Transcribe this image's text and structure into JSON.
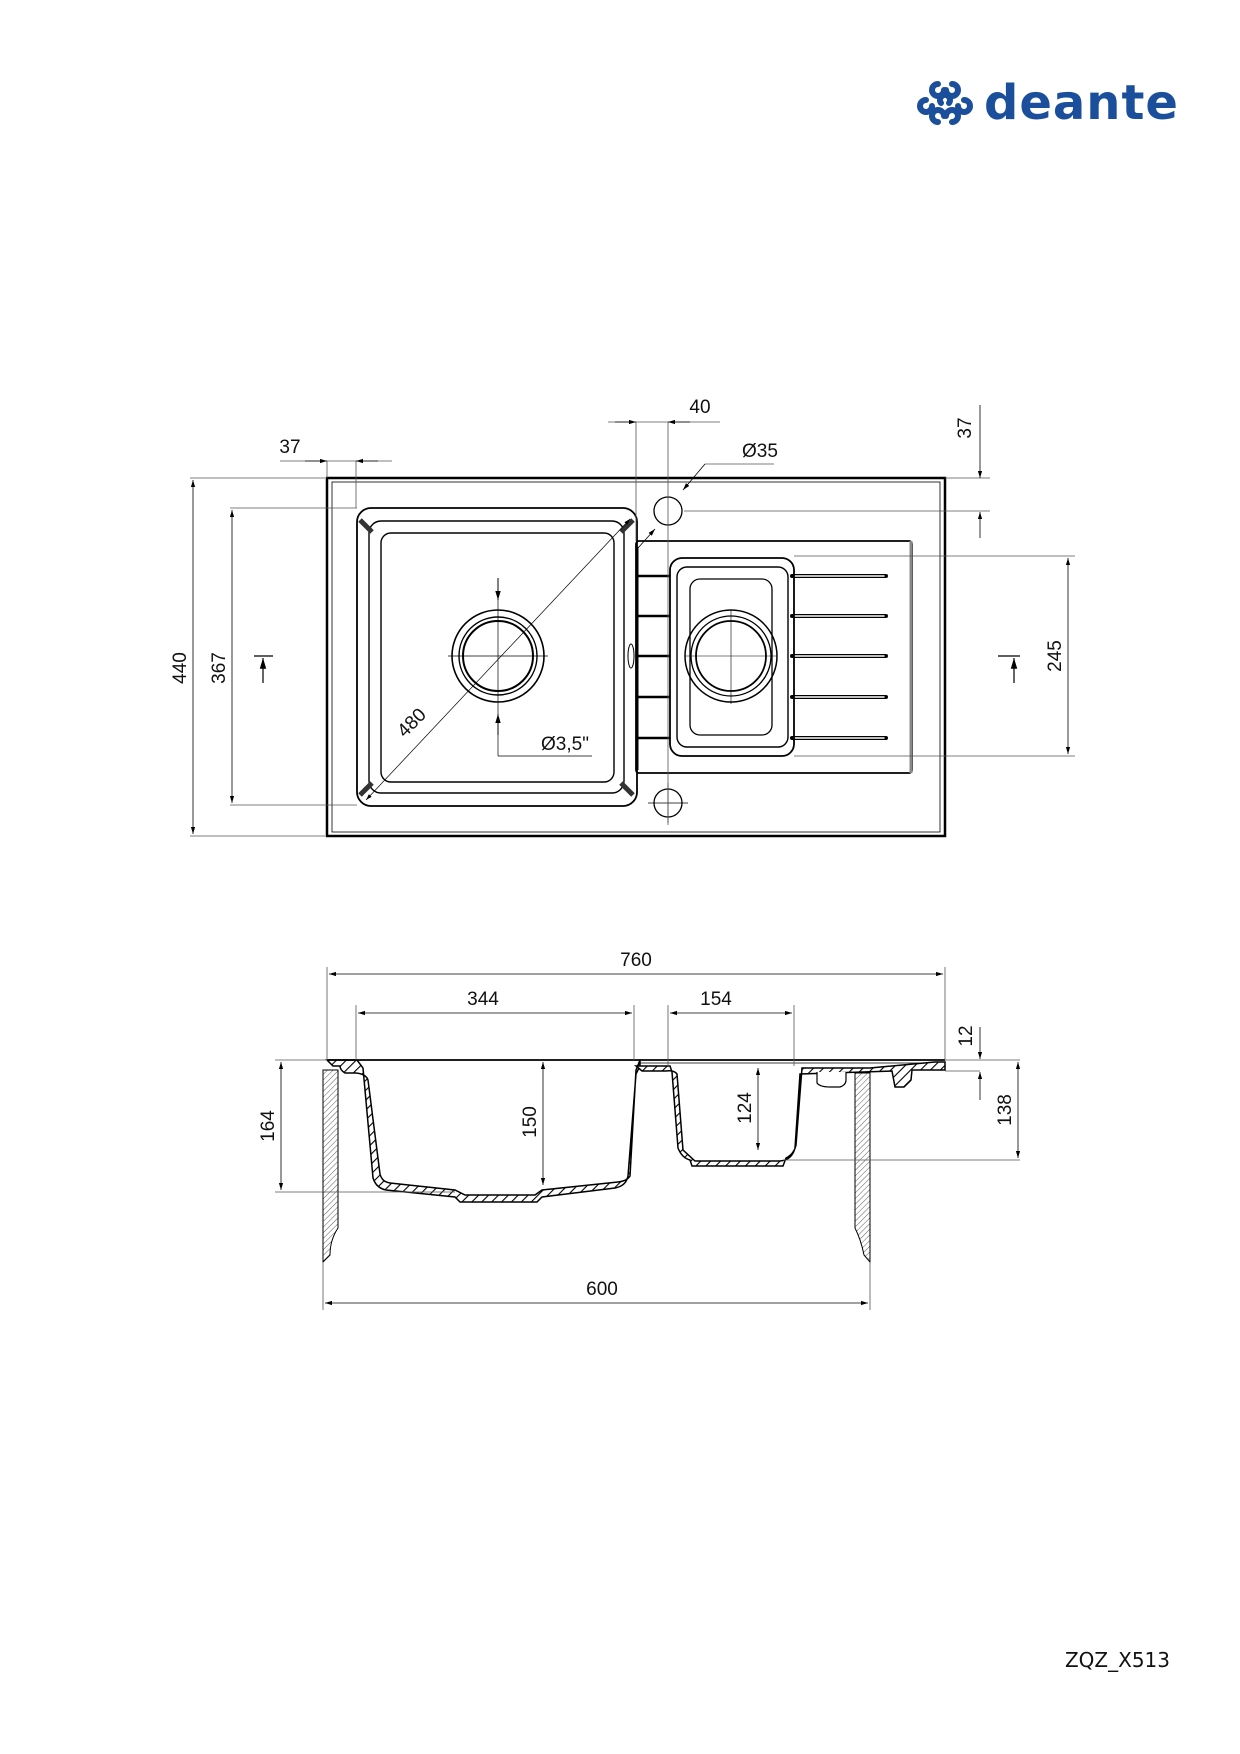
{
  "brand": {
    "name": "deante",
    "color": "#1b4f9c"
  },
  "product_code": "ZQZ_X513",
  "top_view": {
    "dimensions": {
      "overall_depth": "440",
      "bowl_depth": "367",
      "left_offset": "37",
      "tap_hole_offset": "40",
      "top_offset": "37",
      "tap_hole_diameter": "Ø35",
      "bowl_diagonal": "480",
      "drain_diameter": "Ø3,5\"",
      "small_bowl_depth": "245"
    }
  },
  "section_view": {
    "dimensions": {
      "overall_width": "760",
      "main_bowl_width": "344",
      "small_bowl_width": "154",
      "rim_thickness": "12",
      "overall_height": "164",
      "main_bowl_depth": "150",
      "small_bowl_depth": "124",
      "right_height": "138",
      "cabinet_width": "600"
    }
  }
}
